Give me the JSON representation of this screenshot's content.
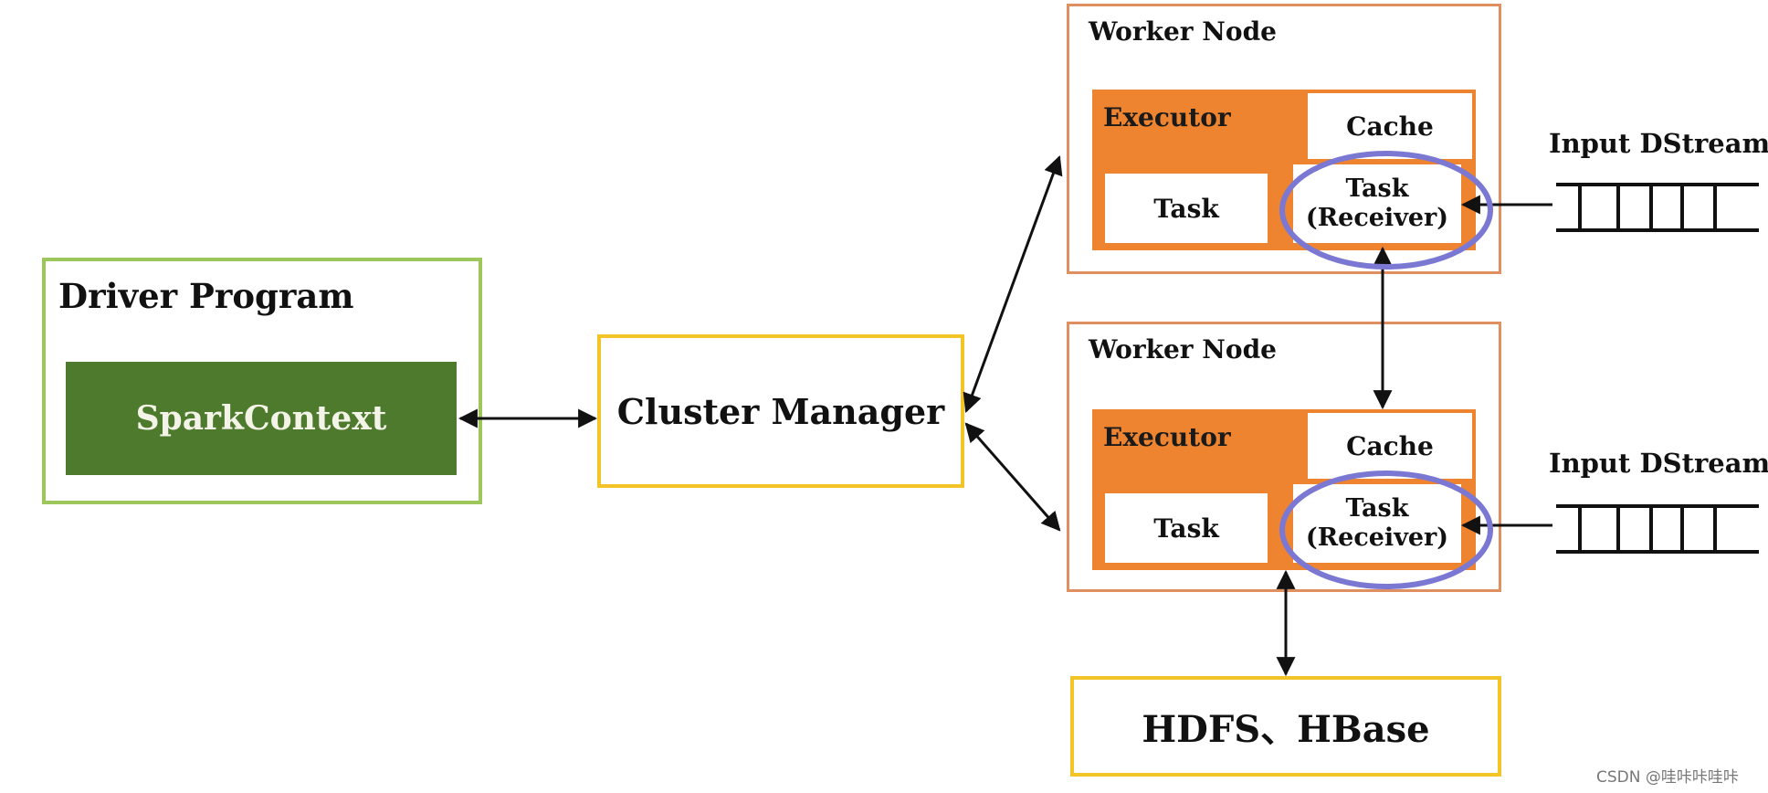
{
  "driver": {
    "title": "Driver Program",
    "context": "SparkContext"
  },
  "cluster_manager": {
    "label": "Cluster Manager"
  },
  "workers": [
    {
      "title": "Worker Node",
      "executor": "Executor",
      "cache": "Cache",
      "task": "Task",
      "receiver_line1": "Task",
      "receiver_line2": "(Receiver)"
    },
    {
      "title": "Worker Node",
      "executor": "Executor",
      "cache": "Cache",
      "task": "Task",
      "receiver_line1": "Task",
      "receiver_line2": "(Receiver)"
    }
  ],
  "dstreams": [
    {
      "label": "Input DStream"
    },
    {
      "label": "Input DStream"
    }
  ],
  "storage": {
    "label": "HDFS、HBase"
  },
  "watermark": "CSDN @哇咔咔哇咔",
  "colors": {
    "driver_border": "#9dc75a",
    "spark_context_fill": "#4e7a2d",
    "cluster_border": "#f3c428",
    "worker_border": "#e09060",
    "executor_fill": "#ee842f",
    "highlight_ellipse": "#7b78d4"
  }
}
